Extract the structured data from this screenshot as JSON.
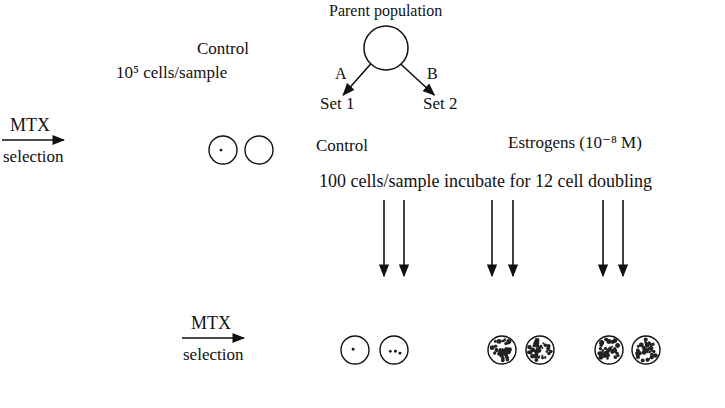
{
  "diagram": {
    "nodes": [
      {
        "text": [
          "Parent population"
        ]
      },
      {
        "text": [
          "Set 1"
        ]
      },
      {
        "text": [
          "Set 2"
        ]
      }
    ],
    "edges": [
      {
        "from": 0,
        "to": 1,
        "arrow": "to",
        "label": "A"
      },
      {
        "from": 0,
        "to": 2,
        "arrow": "to",
        "label": "B"
      }
    ],
    "labels": [
      "Control",
      "10⁵ cells/sample",
      "MTX",
      "selection",
      "Control",
      "Estrogens (10⁻⁸ M)",
      "100 cells/sample incubate for 12 cell doubling",
      "MTX",
      "selection"
    ]
  }
}
